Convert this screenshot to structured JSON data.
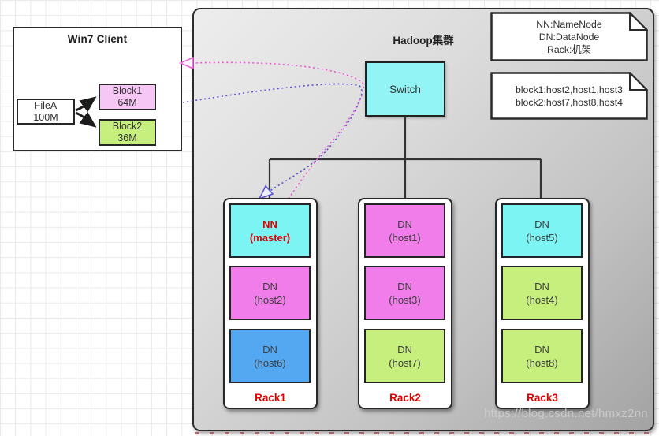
{
  "client": {
    "title": "Win7 Client",
    "file": {
      "line1": "FileA",
      "line2": "100M"
    },
    "block1": {
      "line1": "Block1",
      "line2": "64M"
    },
    "block2": {
      "line1": "Block2",
      "line2": "36M"
    }
  },
  "cluster": {
    "title": "Hadoop集群",
    "switch_label": "Switch",
    "watermark": "https://blog.csdn.net/hmxz2nn"
  },
  "racks": [
    {
      "label": "Rack1",
      "nodes": [
        {
          "line1": "NN",
          "line2": "(master)"
        },
        {
          "line1": "DN",
          "line2": "(host2)"
        },
        {
          "line1": "DN",
          "line2": "(host6)"
        }
      ]
    },
    {
      "label": "Rack2",
      "nodes": [
        {
          "line1": "DN",
          "line2": "(host1)"
        },
        {
          "line1": "DN",
          "line2": "(host3)"
        },
        {
          "line1": "DN",
          "line2": "(host7)"
        }
      ]
    },
    {
      "label": "Rack3",
      "nodes": [
        {
          "line1": "DN",
          "line2": "(host5)"
        },
        {
          "line1": "DN",
          "line2": "(host4)"
        },
        {
          "line1": "DN",
          "line2": "(host8)"
        }
      ]
    }
  ],
  "notes": {
    "legend": {
      "lines": [
        "NN:NameNode",
        "DN:DataNode",
        "Rack:机架"
      ]
    },
    "blocks": {
      "lines": [
        "block1:host2,host1,host3",
        "block2:host7,host8,host4"
      ]
    }
  },
  "colors": {
    "node_cyan": "#7df4f4",
    "node_pink": "#f17dea",
    "node_green": "#c7ef7d",
    "node_blue": "#54a8f2",
    "block1_pink": "#f6c6f4",
    "block2_green": "#c7ef7e",
    "switch_cyan": "#93f4f6",
    "emphasis_red": "#e40000",
    "pink_dotted_arrow": "#ee55d4",
    "blue_dotted_arrow": "#5b52d0"
  }
}
